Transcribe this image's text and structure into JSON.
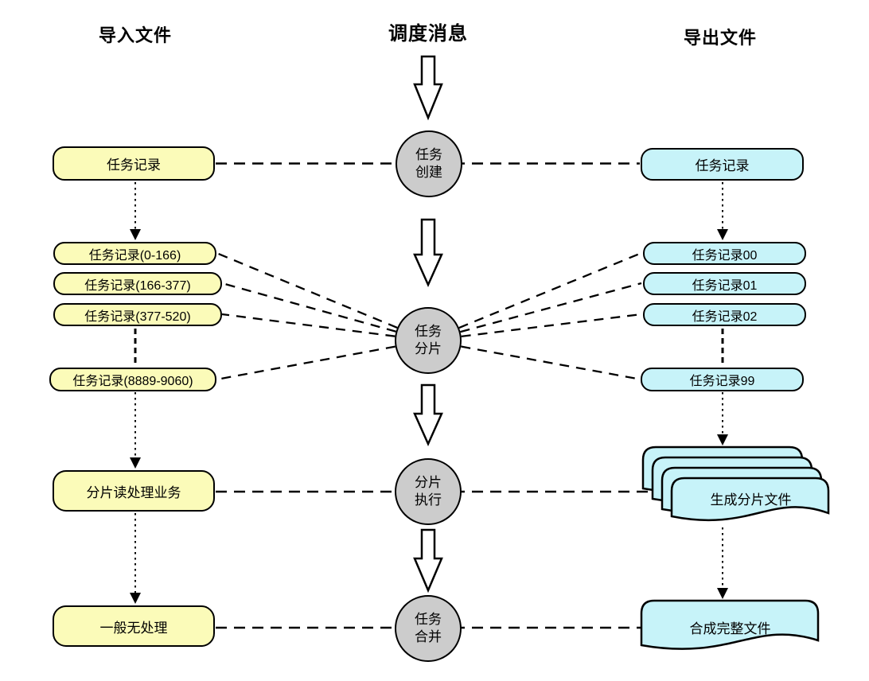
{
  "headers": {
    "import": "导入文件",
    "scheduler": "调度消息",
    "export": "导出文件"
  },
  "import_column": {
    "task_record": "任务记录",
    "shards": [
      {
        "label": "任务记录(0-166)"
      },
      {
        "label": "任务记录(166-377)"
      },
      {
        "label": "任务记录(377-520)"
      },
      {
        "label": "任务记录(8889-9060)"
      }
    ],
    "shard_process": "分片读处理业务",
    "no_process": "一般无处理"
  },
  "scheduler_column": {
    "circles": [
      {
        "line1": "任务",
        "line2": "创建"
      },
      {
        "line1": "任务",
        "line2": "分片"
      },
      {
        "line1": "分片",
        "line2": "执行"
      },
      {
        "line1": "任务",
        "line2": "合并"
      }
    ]
  },
  "export_column": {
    "task_record": "任务记录",
    "shards": [
      {
        "label": "任务记录00"
      },
      {
        "label": "任务记录01"
      },
      {
        "label": "任务记录02"
      },
      {
        "label": "任务记录99"
      }
    ],
    "shard_files_doc": "生成分片文件",
    "merged_file_doc": "合成完整文件"
  },
  "colors": {
    "import_fill": "#fbfbb9",
    "export_fill": "#c7f3f9",
    "process_fill": "#cccccc",
    "stroke": "#000000",
    "background": "#ffffff"
  }
}
